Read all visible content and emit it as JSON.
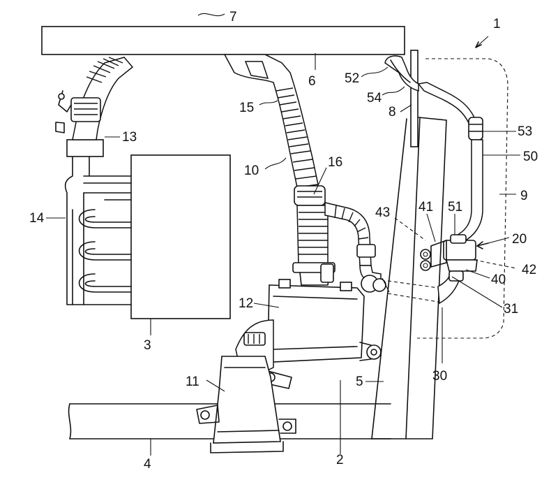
{
  "labels": {
    "l1": "1",
    "l2": "2",
    "l3": "3",
    "l4": "4",
    "l5": "5",
    "l6": "6",
    "l7": "7",
    "l8": "8",
    "l9": "9",
    "l10": "10",
    "l11": "11",
    "l12": "12",
    "l13": "13",
    "l14": "14",
    "l15": "15",
    "l16": "16",
    "l20": "20",
    "l30": "30",
    "l31": "31",
    "l40": "40",
    "l41": "41",
    "l42": "42",
    "l43": "43",
    "l50": "50",
    "l51": "51",
    "l52": "52",
    "l53": "53",
    "l54": "54"
  }
}
